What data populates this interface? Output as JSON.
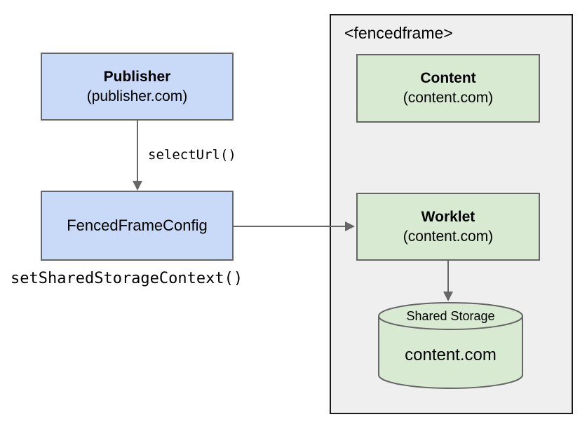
{
  "diagram": {
    "publisher": {
      "title": "Publisher",
      "subtitle": "(publisher.com)"
    },
    "fenced_frame_config": {
      "title": "FencedFrameConfig"
    },
    "arrow_labels": {
      "select_url": "selectUrl()",
      "set_shared_storage_context": "setSharedStorageContext()"
    },
    "fencedframe": {
      "label": "<fencedframe>"
    },
    "content": {
      "title": "Content",
      "subtitle": "(content.com)"
    },
    "worklet": {
      "title": "Worklet",
      "subtitle": "(content.com)"
    },
    "shared_storage": {
      "title": "Shared Storage",
      "subtitle": "content.com"
    },
    "colors": {
      "publisher_fill": "#c9daf8",
      "content_fill": "#d9ead3",
      "fencedframe_fill": "#efefef",
      "box_border": "#666666",
      "fencedframe_border": "#1a1a1a",
      "arrow": "#666666"
    }
  }
}
